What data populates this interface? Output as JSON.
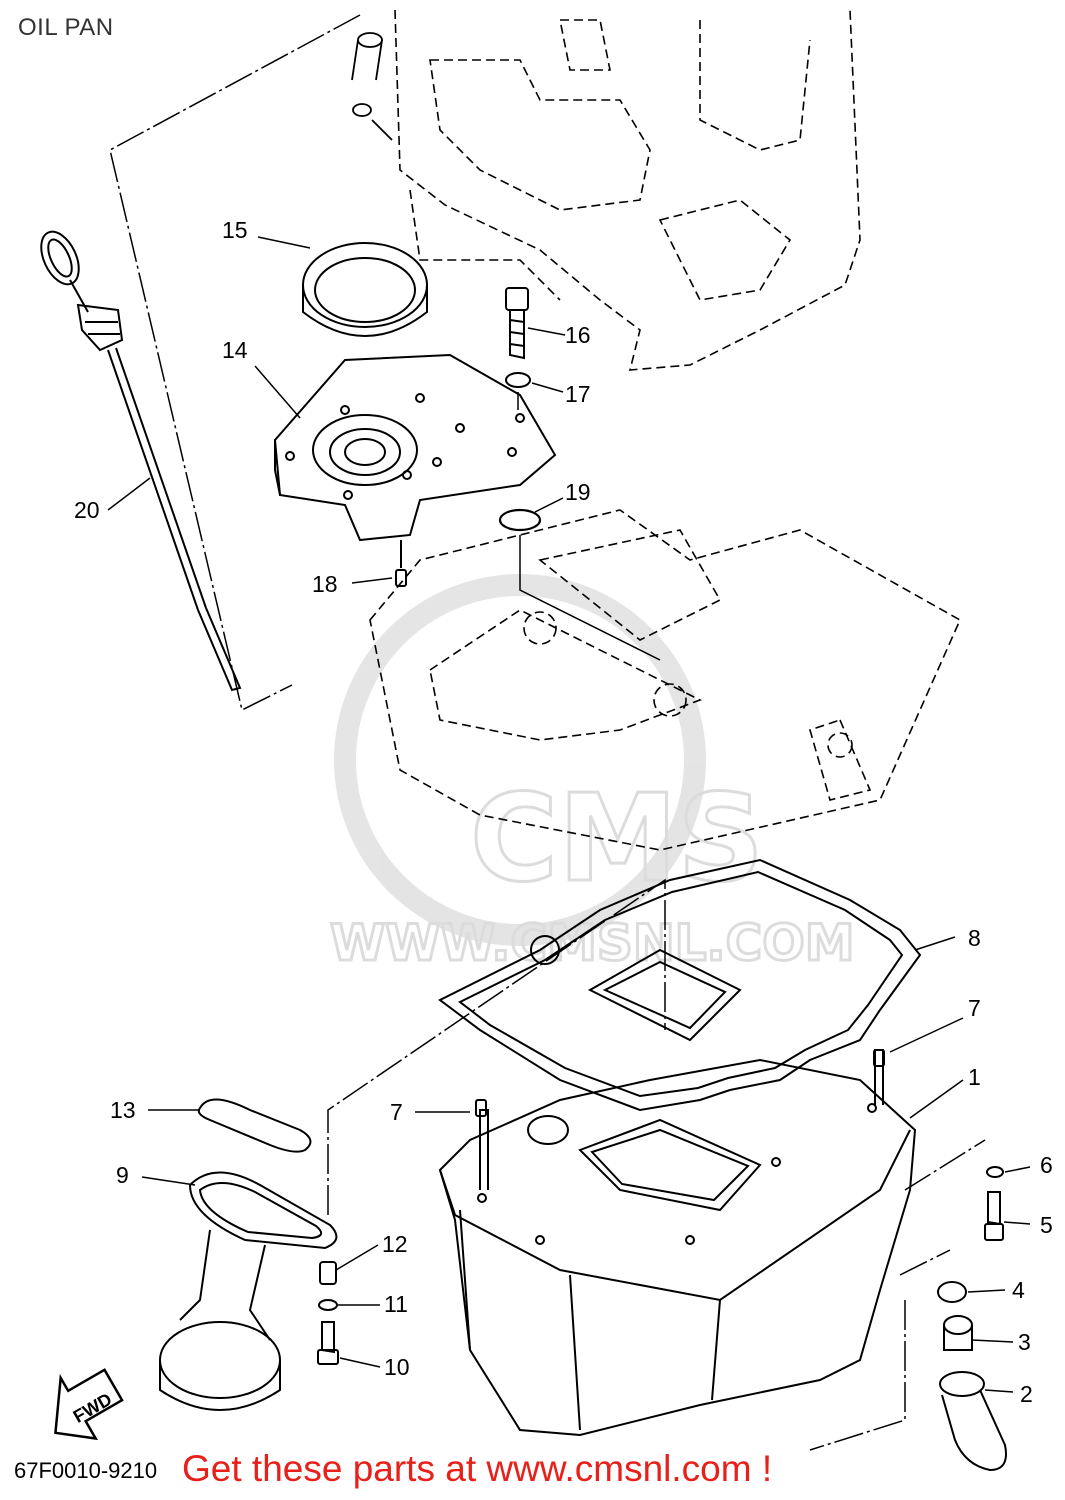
{
  "title": "OIL PAN",
  "diagram_code": "67F0010-9210",
  "banner": "Get these parts at www.cmsnl.com !",
  "fwd_label": "FWD",
  "watermark": {
    "logo": "CMS",
    "url": "WWW.CMSNL.COM"
  },
  "callouts": [
    {
      "key": "c15",
      "text": "15"
    },
    {
      "key": "c14",
      "text": "14"
    },
    {
      "key": "c16",
      "text": "16"
    },
    {
      "key": "c17",
      "text": "17"
    },
    {
      "key": "c19",
      "text": "19"
    },
    {
      "key": "c20",
      "text": "20"
    },
    {
      "key": "c18",
      "text": "18"
    },
    {
      "key": "c8",
      "text": "8"
    },
    {
      "key": "c7a",
      "text": "7"
    },
    {
      "key": "c1",
      "text": "1"
    },
    {
      "key": "c7b",
      "text": "7"
    },
    {
      "key": "c13",
      "text": "13"
    },
    {
      "key": "c6",
      "text": "6"
    },
    {
      "key": "c9",
      "text": "9"
    },
    {
      "key": "c5",
      "text": "5"
    },
    {
      "key": "c12",
      "text": "12"
    },
    {
      "key": "c4",
      "text": "4"
    },
    {
      "key": "c11",
      "text": "11"
    },
    {
      "key": "c3",
      "text": "3"
    },
    {
      "key": "c10",
      "text": "10"
    },
    {
      "key": "c2",
      "text": "2"
    }
  ]
}
